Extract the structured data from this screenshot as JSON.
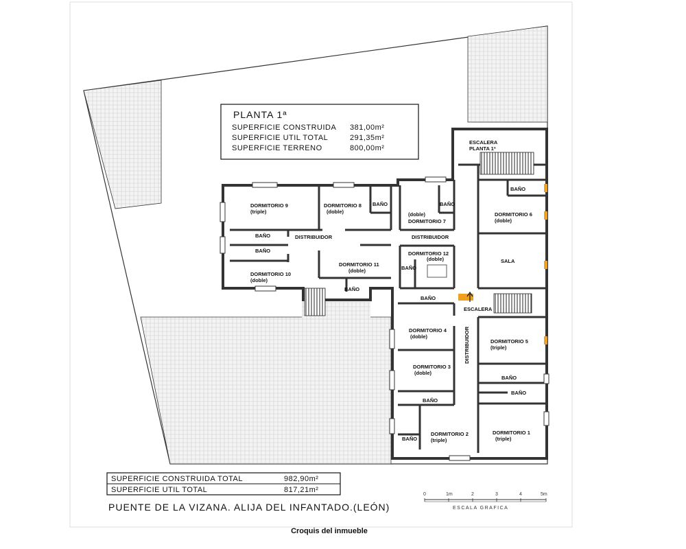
{
  "floor_panel": {
    "title": "PLANTA 1ª",
    "rows": [
      {
        "label": "SUPERFICIE CONSTRUIDA",
        "value": "381,00m²"
      },
      {
        "label": "SUPERFICIE UTIL TOTAL",
        "value": "291,35m²"
      },
      {
        "label": "SUPERFICIE TERRENO",
        "value": "800,00m²"
      }
    ]
  },
  "totals_panel": {
    "rows": [
      {
        "label": "SUPERFICIE CONSTRUIDA TOTAL",
        "value": "982,90m²"
      },
      {
        "label": "SUPERFICIE UTIL TOTAL",
        "value": "817,21m²"
      }
    ]
  },
  "location": "PUENTE DE LA VIZANA. ALIJA DEL INFANTADO.(LEÓN)",
  "scale_bar": {
    "ticks": [
      "0",
      "1m",
      "2",
      "3",
      "4",
      "5m"
    ],
    "label": "ESCALA GRAFICA"
  },
  "caption": "Croquis del inmueble",
  "rooms": {
    "dormitorio9": {
      "name": "DORMITORIO 9",
      "type": "(triple)"
    },
    "dormitorio8": {
      "name": "DORMITORIO 8",
      "type": "(doble)"
    },
    "bano_d8": "BAÑO",
    "bano_d7": "BAÑO",
    "dormitorio7": {
      "name": "DORMITORIO 7",
      "type": "(doble)"
    },
    "bano_d6": "BAÑO",
    "dormitorio6": {
      "name": "DORMITORIO 6",
      "type": "(doble)"
    },
    "escalera_planta": {
      "name": "ESCALERA",
      "sub": "PLANTA 1ª"
    },
    "bano_left1": "BAÑO",
    "bano_left2": "BAÑO",
    "distribuidor_left": "DISTRIBUIDOR",
    "distribuidor_mid": "DISTRIBUIDOR",
    "dormitorio12": {
      "name": "DORMITORIO 12",
      "type": "(doble)"
    },
    "bano_d12": "BAÑO",
    "sala": "SALA",
    "dormitorio11": {
      "name": "DORMITORIO 11",
      "type": "(doble)"
    },
    "bano_d11": "BAÑO",
    "dormitorio10": {
      "name": "DORMITORIO 10",
      "type": "(doble)"
    },
    "bano_mid": "BAÑO",
    "escalera": "ESCALERA",
    "dormitorio4": {
      "name": "DORMITORIO 4",
      "type": "(doble)"
    },
    "distribuidor_vert": "DISTRIBUIDOR",
    "dormitorio5": {
      "name": "DORMITORIO 5",
      "type": "(triple)"
    },
    "dormitorio3": {
      "name": "DORMITORIO 3",
      "type": "(doble)"
    },
    "bano_d5": "BAÑO",
    "bano_d3": "BAÑO",
    "bano_d1": "BAÑO",
    "bano_d2": "BAÑO",
    "dormitorio2": {
      "name": "DORMITORIO 2",
      "type": "(triple)"
    },
    "dormitorio1": {
      "name": "DORMITORIO 1",
      "type": "(triple)"
    }
  },
  "colors": {
    "wall": "#3a3a3a",
    "hatch": "#bdbdbd",
    "door": "#f0a020"
  }
}
